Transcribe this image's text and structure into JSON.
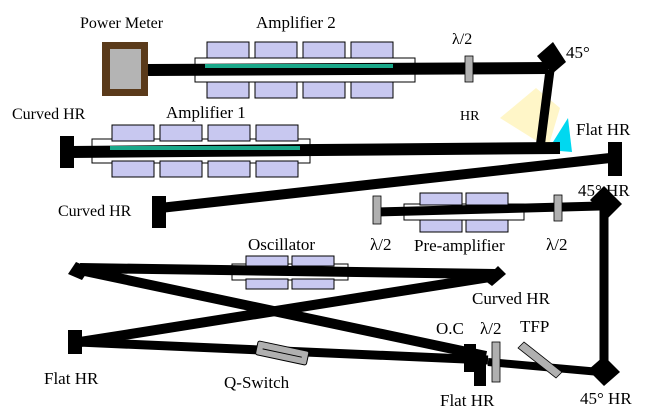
{
  "labels": {
    "power_meter": "Power Meter",
    "amplifier_2": "Amplifier 2",
    "half_wave_top": "λ/2",
    "deg45_top": "45°",
    "hr": "HR",
    "curved_hr_left": "Curved HR",
    "amplifier_1": "Amplifier 1",
    "flat_hr_right": "Flat HR",
    "curved_hr_mid": "Curved HR",
    "deg45_hr_right": "45° HR",
    "half_wave_mid_left": "λ/2",
    "pre_amplifier": "Pre-amplifier",
    "half_wave_mid_right": "λ/2",
    "oscillator": "Oscillator",
    "curved_hr_osc": "Curved HR",
    "oc": "O.C",
    "half_wave_bottom": "λ/2",
    "tfp": "TFP",
    "flat_hr_left": "Flat HR",
    "q_switch": "Q-Switch",
    "flat_hr_bottom": "Flat HR",
    "deg45_hr_bottom": "45° HR"
  },
  "colors": {
    "beam": "#000000",
    "amplifier_block": "#c8c8f0",
    "rod": "#1aa88a",
    "power_meter_frame": "#5a3a1a",
    "power_meter_body": "#b4b4b4",
    "optic_grey": "#b0b0b0",
    "scatter_cone": "#fff6c8",
    "cyan_mirror": "#00d8f0"
  }
}
